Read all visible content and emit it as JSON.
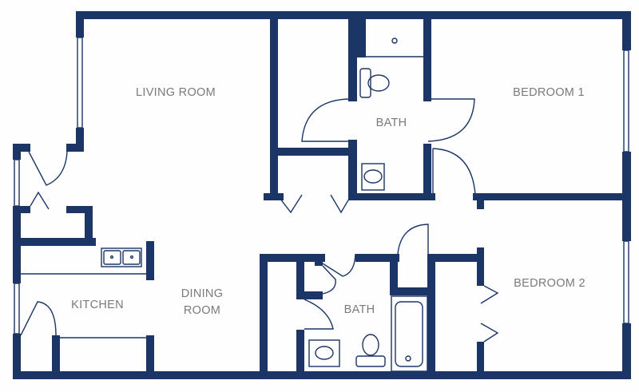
{
  "colors": {
    "wall": "#1b3566",
    "label": "#7a7a7a",
    "background": "#fefefe"
  },
  "rooms": {
    "living_room": "LIVING ROOM",
    "bath_1": "BATH",
    "bedroom_1": "BEDROOM 1",
    "kitchen": "KITCHEN",
    "dining_room_line1": "DINING",
    "dining_room_line2": "ROOM",
    "bath_2": "BATH",
    "bedroom_2": "BEDROOM 2"
  }
}
